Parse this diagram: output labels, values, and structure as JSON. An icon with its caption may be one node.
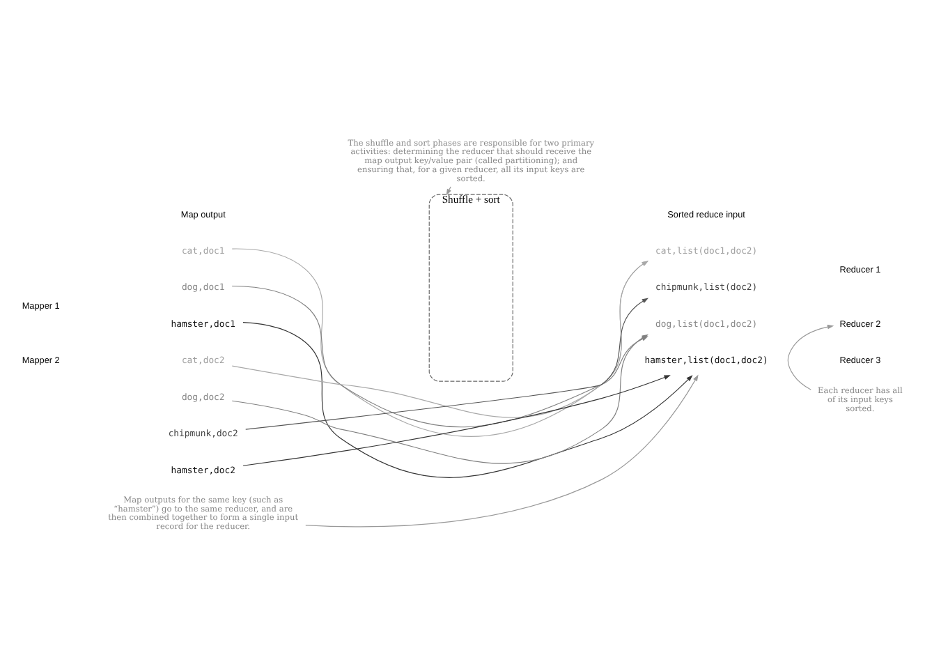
{
  "diagram": {
    "nodes": [
      {
        "text": [
          "The shuffle and sort phases are responsible for two primary activities: determining the reducer that should receive the map output key/value pair (called partitioning); and ensuring that, for a given reducer, all its input keys are sorted."
        ]
      },
      {
        "text": [
          "Shuffle + sort"
        ]
      },
      {
        "text": [
          "cat,doc1"
        ]
      },
      {
        "text": [
          "dog,doc1"
        ]
      },
      {
        "text": [
          "hamster,doc1"
        ]
      },
      {
        "text": [
          "cat,doc2"
        ]
      },
      {
        "text": [
          "dog,doc2"
        ]
      },
      {
        "text": [
          "chipmunk,doc2"
        ]
      },
      {
        "text": [
          "hamster,doc2"
        ]
      },
      {
        "text": [
          "cat,list(doc1,doc2)"
        ]
      },
      {
        "text": [
          "chipmunk,list(doc2)"
        ]
      },
      {
        "text": [
          "dog,list(doc1,doc2)"
        ]
      },
      {
        "text": [
          "hamster,list(doc1,doc2)"
        ]
      },
      {
        "text": [
          "Reducer 1"
        ]
      },
      {
        "text": [
          "Reducer 2"
        ]
      },
      {
        "text": [
          "Reducer 3"
        ]
      },
      {
        "text": [
          "Map outputs for the same key (such as “hamster”) go to the same reducer, and are then combined together to form a single input record for the reducer."
        ]
      },
      {
        "text": [
          "Each reducer has all of its input keys sorted."
        ]
      }
    ],
    "edges": [
      {
        "from": 0,
        "to": 1,
        "arrow": "to",
        "color": "#999999"
      },
      {
        "from": 2,
        "to": 9,
        "arrow": "to",
        "color": "#a8a8a8"
      },
      {
        "from": 3,
        "to": 11,
        "arrow": "to",
        "color": "#808080"
      },
      {
        "from": 4,
        "to": 12,
        "arrow": "to",
        "color": "#333333"
      },
      {
        "from": 5,
        "to": 9,
        "arrow": "to",
        "color": "#a8a8a8"
      },
      {
        "from": 6,
        "to": 11,
        "arrow": "to",
        "color": "#808080"
      },
      {
        "from": 7,
        "to": 10,
        "arrow": "to",
        "color": "#555555"
      },
      {
        "from": 8,
        "to": 12,
        "arrow": "to",
        "color": "#333333"
      },
      {
        "from": 16,
        "to": 12,
        "arrow": "to",
        "color": "#999999"
      },
      {
        "from": 17,
        "to": 14,
        "arrow": "to",
        "color": "#999999"
      }
    ],
    "labels": [
      "Map output",
      "Sorted reduce input",
      "Mapper 1",
      "Mapper 2"
    ]
  }
}
